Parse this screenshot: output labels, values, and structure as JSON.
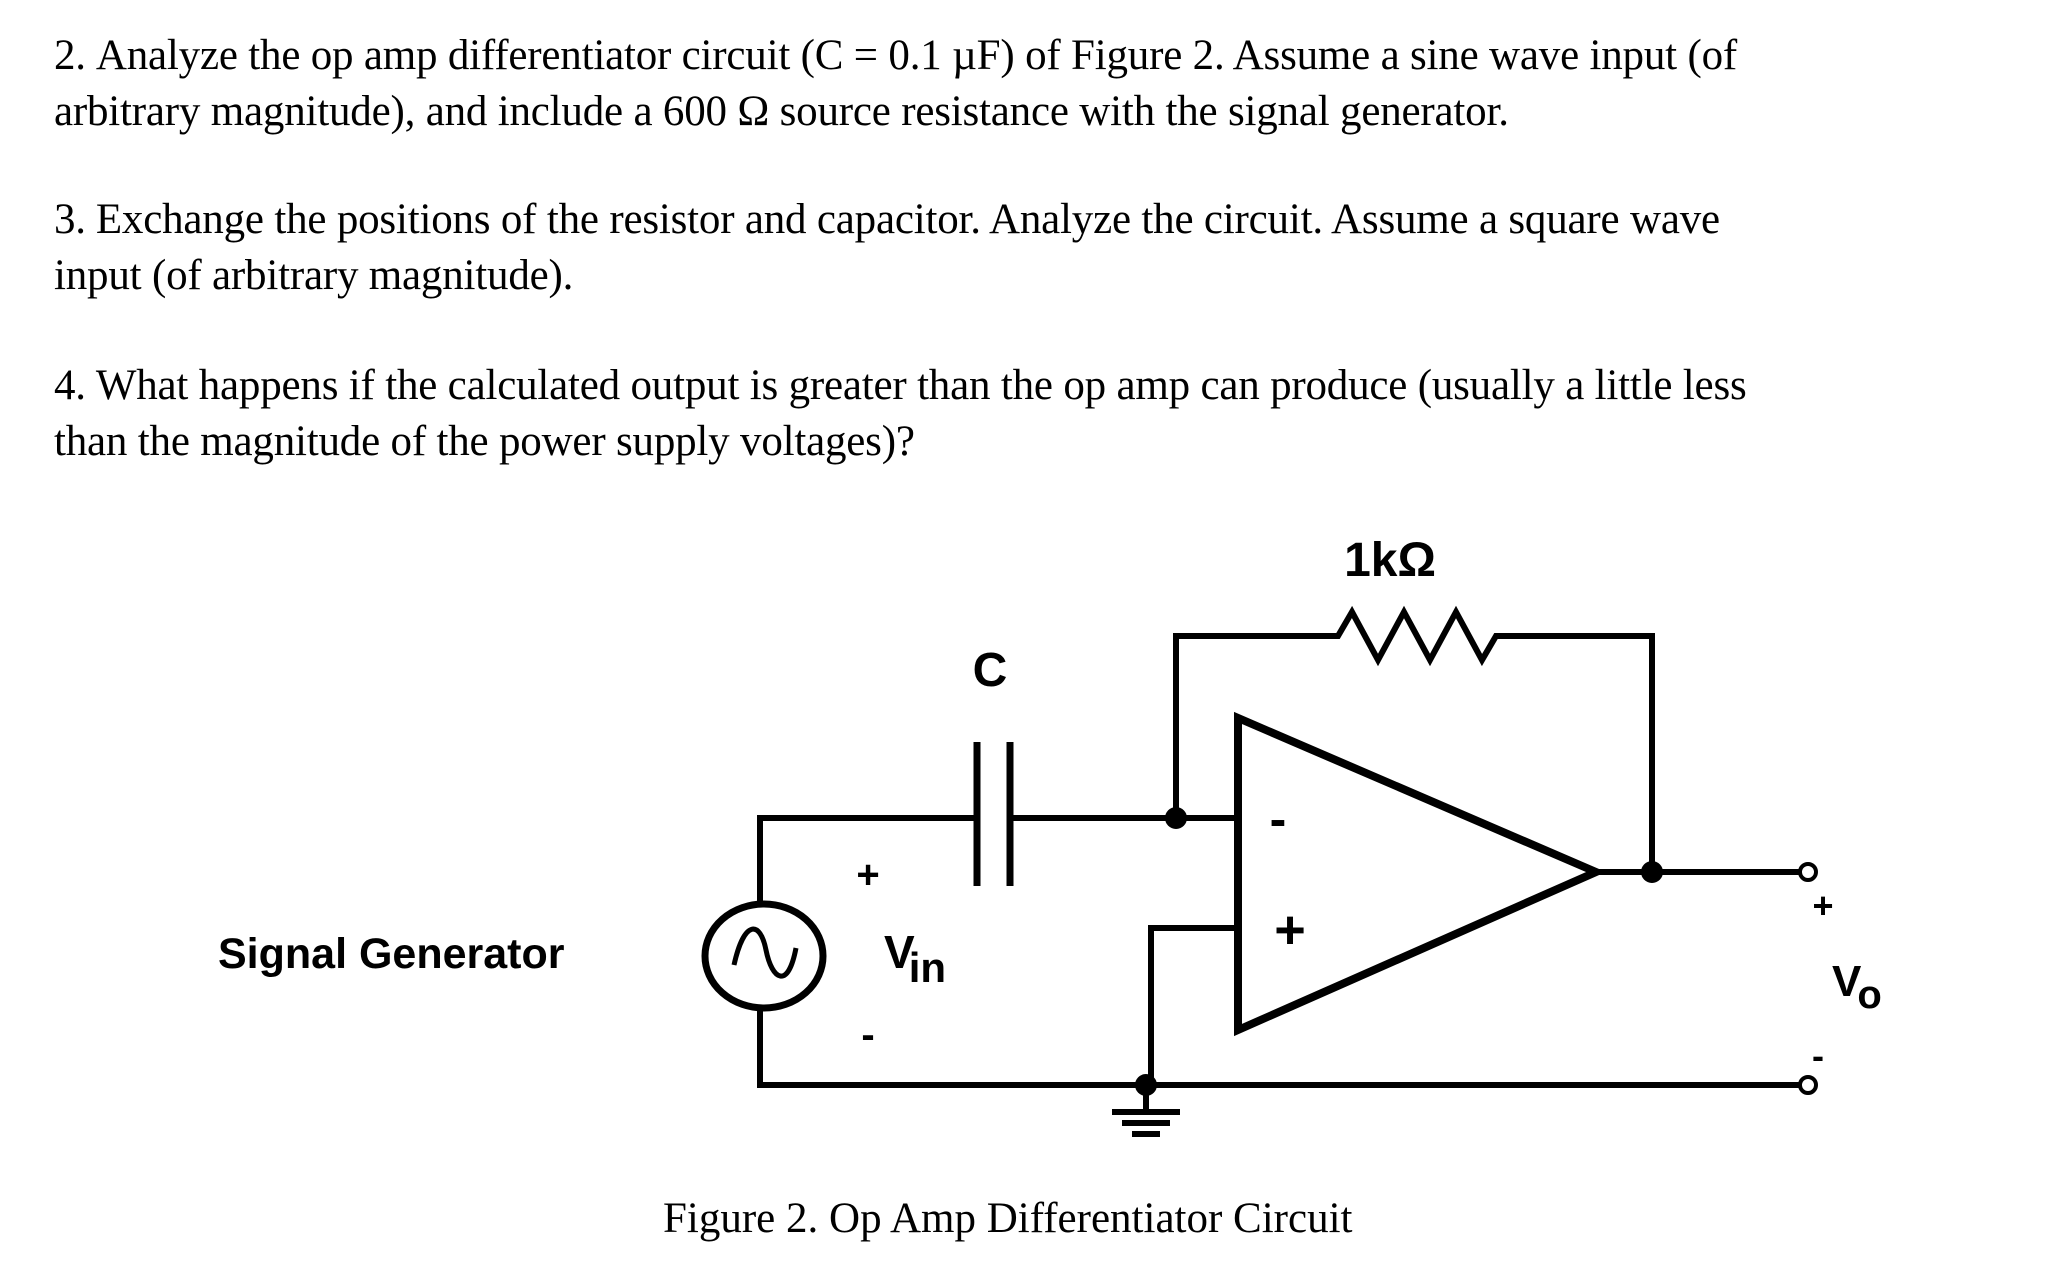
{
  "questions": [
    {
      "number": "2.",
      "line1": "Analyze the op amp differentiator circuit (C = 0.1 µF) of Figure 2.  Assume a sine wave input (of",
      "line2": "arbitrary magnitude), and include a 600 Ω source resistance with the signal generator."
    },
    {
      "number": "3.",
      "line1": "Exchange the positions of the resistor and capacitor.  Analyze the circuit.  Assume a square wave",
      "line2": "input (of arbitrary magnitude)."
    },
    {
      "number": "4.",
      "line1": "What happens if the calculated output is greater than the op amp can produce (usually a little less",
      "line2": "than the magnitude of the power supply voltages)?"
    }
  ],
  "figure": {
    "resistor_label": "1kΩ",
    "capacitor_label": "C",
    "signal_generator_label": "Signal Generator",
    "vin_plus": "+",
    "vin_minus": "-",
    "vin_main": "V",
    "vin_sub": "in",
    "opamp_inverting": "-",
    "opamp_noninverting": "+",
    "vo_plus": "+",
    "vo_minus": "-",
    "vo_main": "V",
    "vo_sub": "o",
    "caption": "Figure 2.  Op Amp Differentiator Circuit"
  }
}
